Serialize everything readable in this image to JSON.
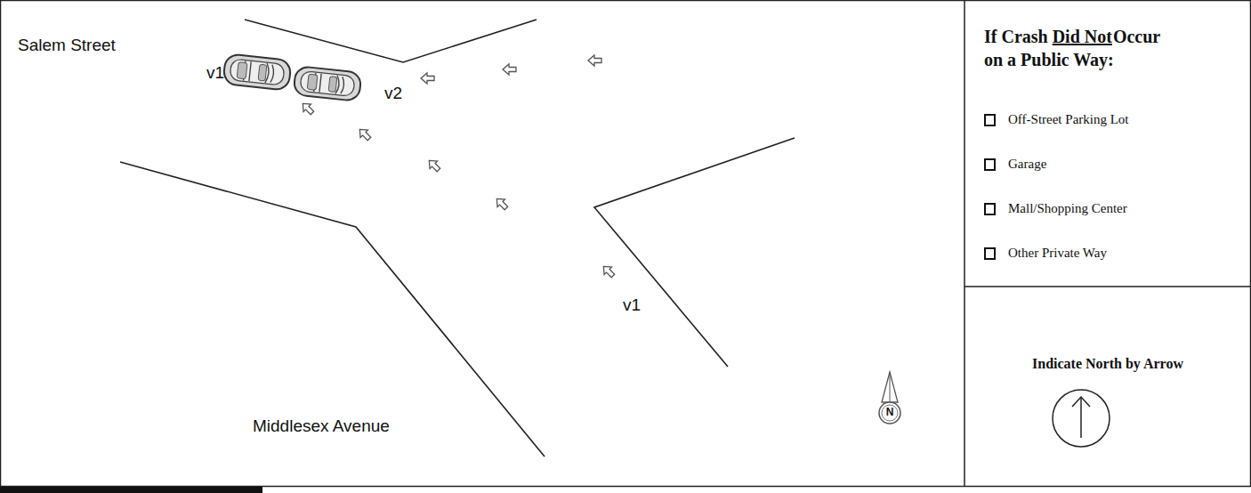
{
  "diagram": {
    "labels": [
      "Salem Street",
      "v1",
      "v2",
      "v1",
      "Middlesex Avenue",
      "N",
      "If Crash",
      "Did Not",
      "Occur",
      "on a Public Way:",
      "Off-Street Parking Lot",
      "Garage",
      "Mall/Shopping Center",
      "Other Private Way",
      "Indicate North by Arrow"
    ]
  }
}
